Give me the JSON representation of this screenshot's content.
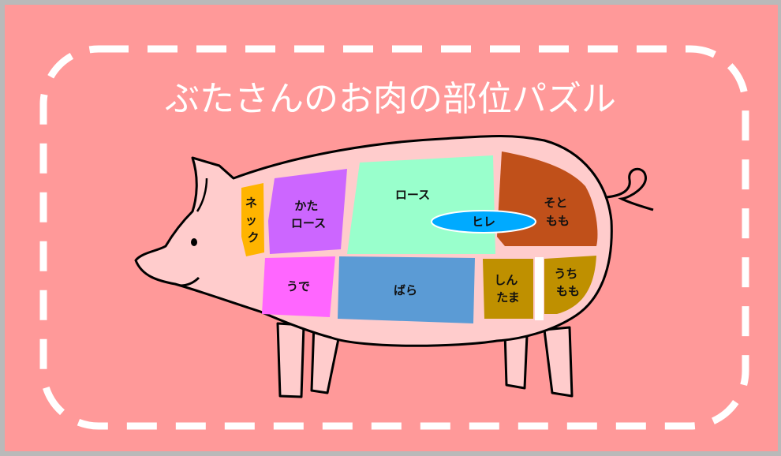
{
  "title": "ぶたさんのお肉の部位パズル",
  "colors": {
    "background": "#ff9999",
    "pig_body": "#ffcccc",
    "dashed_border": "#ffffff"
  },
  "parts": [
    {
      "id": "neck",
      "lines": [
        "ネ",
        "ッ",
        "ク"
      ],
      "color": "#ffb400"
    },
    {
      "id": "kata-rosu",
      "lines": [
        "かた",
        "ロース"
      ],
      "color": "#cc66ff"
    },
    {
      "id": "rosu",
      "lines": [
        "ロース"
      ],
      "color": "#99ffcc"
    },
    {
      "id": "hire",
      "lines": [
        "ヒレ"
      ],
      "color": "#00aaff"
    },
    {
      "id": "sotomomo",
      "lines": [
        "そと",
        "もも"
      ],
      "color": "#c0501a"
    },
    {
      "id": "ude",
      "lines": [
        "うで"
      ],
      "color": "#ff66ff"
    },
    {
      "id": "bara",
      "lines": [
        "ばら"
      ],
      "color": "#5b9bd5"
    },
    {
      "id": "shintama",
      "lines": [
        "しん",
        "たま"
      ],
      "color": "#bf9000"
    },
    {
      "id": "uchimomo",
      "lines": [
        "うち",
        "もも"
      ],
      "color": "#bf9000"
    }
  ]
}
